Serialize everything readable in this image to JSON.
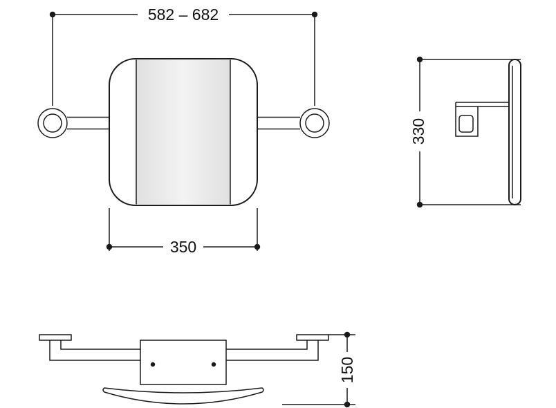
{
  "views": {
    "front": {
      "overall_width_label": "582 – 682",
      "pad_width_label": "350"
    },
    "side": {
      "overall_height_label": "330"
    },
    "plan": {
      "overall_depth_label": "150"
    }
  },
  "colors": {
    "line": "#1a1a1a",
    "background": "#ffffff",
    "pad_shade": "#e4e4e4"
  }
}
